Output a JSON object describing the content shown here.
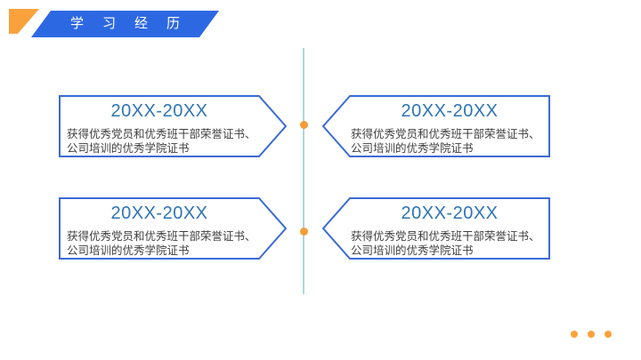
{
  "header": {
    "title": "学习经历"
  },
  "timeline": {
    "entries": [
      {
        "period": "20XX-20XX",
        "desc_line1": "获得优秀党员和优秀班干部荣誉证书、",
        "desc_line2": "公司培训的优秀学院证书",
        "side": "left"
      },
      {
        "period": "20XX-20XX",
        "desc_line1": "获得优秀党员和优秀班干部荣誉证书、",
        "desc_line2": "公司培训的优秀学院证书",
        "side": "right"
      },
      {
        "period": "20XX-20XX",
        "desc_line1": "获得优秀党员和优秀班干部荣誉证书、",
        "desc_line2": "公司培训的优秀学院证书",
        "side": "left"
      },
      {
        "period": "20XX-20XX",
        "desc_line1": "获得优秀党员和优秀班干部荣誉证书、",
        "desc_line2": "公司培训的优秀学院证书",
        "side": "right"
      }
    ]
  },
  "colors": {
    "banner_blue": "#2D68E3",
    "accent_orange": "#F9A23C",
    "box_border_blue": "#3B6BD6",
    "period_text_blue": "#2E74B5",
    "body_text_gray": "#3F3F3F",
    "timeline_line_blue": "#A9D8DF",
    "timeline_dot_orange": "#F59D38"
  },
  "decorations": {
    "bottom_right_dots": 3
  }
}
